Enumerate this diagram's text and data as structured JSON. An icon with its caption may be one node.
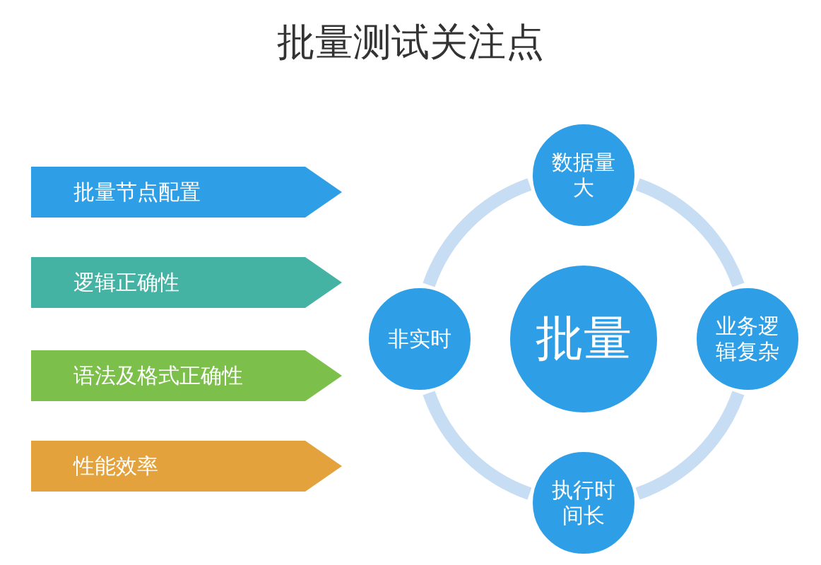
{
  "diagram": {
    "title": "批量测试关注点",
    "nodes": [
      {
        "text": [
          "批量节点配置"
        ]
      },
      {
        "text": [
          "逻辑正确性"
        ]
      },
      {
        "text": [
          "语法及格式正确性"
        ]
      },
      {
        "text": [
          "性能效率"
        ]
      },
      {
        "text": [
          "数据量大"
        ]
      },
      {
        "text": [
          "非实时"
        ]
      },
      {
        "text": [
          "批量"
        ]
      },
      {
        "text": [
          "业务逻辑复杂"
        ]
      },
      {
        "text": [
          "执行时间长"
        ]
      }
    ],
    "edges": [
      {
        "from": 4,
        "to": 7,
        "arrow": "none"
      },
      {
        "from": 7,
        "to": 8,
        "arrow": "none"
      },
      {
        "from": 8,
        "to": 5,
        "arrow": "none"
      },
      {
        "from": 5,
        "to": 4,
        "arrow": "none"
      }
    ]
  }
}
